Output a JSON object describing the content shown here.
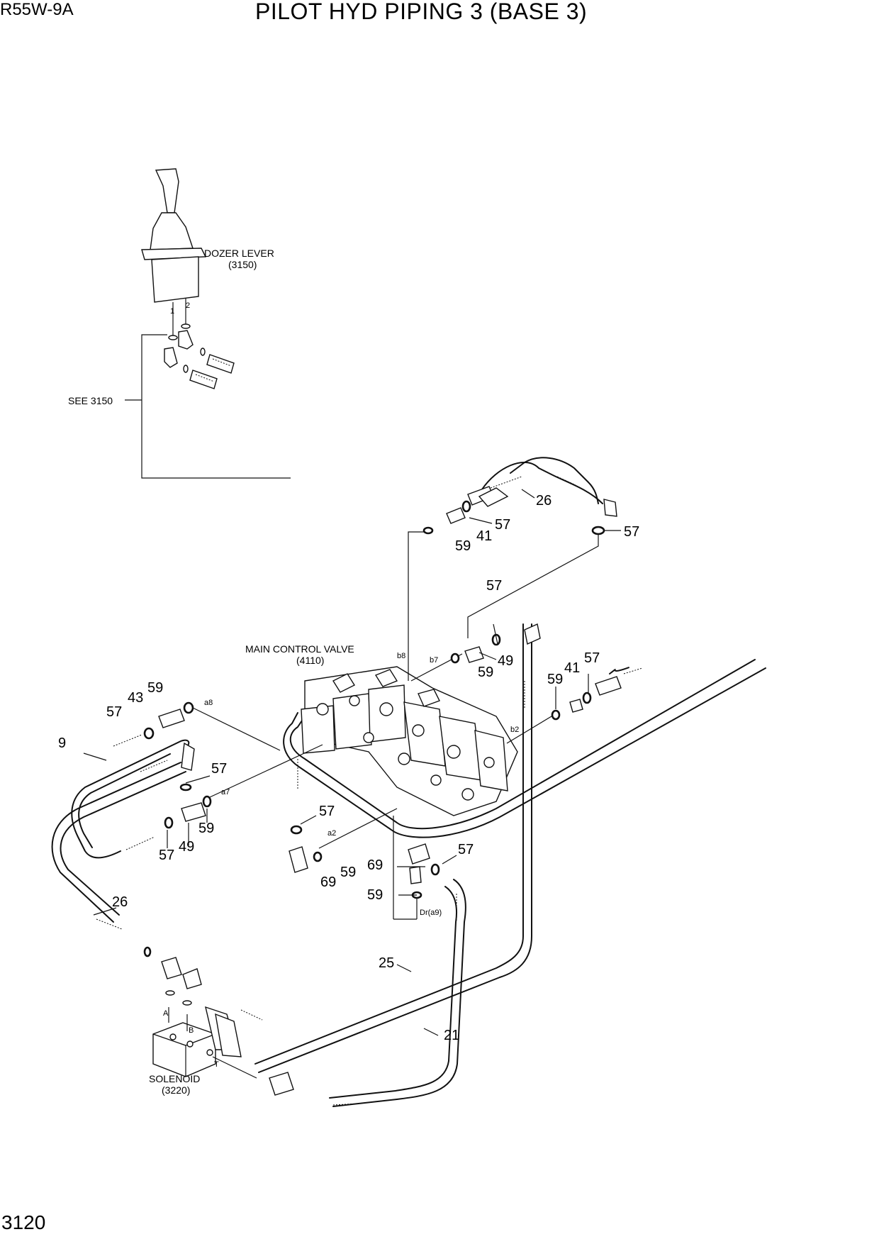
{
  "header": {
    "model": "R55W-9A",
    "title": "PILOT HYD PIPING 3 (BASE 3)",
    "page_number": "3120"
  },
  "labels": {
    "dozer_lever": "DOZER LEVER",
    "dozer_lever_ref": "(3150)",
    "see_ref": "SEE 3150",
    "main_control_valve": "MAIN CONTROL VALVE",
    "main_control_valve_ref": "(4110)",
    "solenoid": "SOLENOID",
    "solenoid_ref": "(3220)"
  },
  "port_labels": {
    "p1": "1",
    "p2": "2",
    "a8": "a8",
    "a7": "a7",
    "a2": "a2",
    "b8": "b8",
    "b7": "b7",
    "b2": "b2",
    "dr": "Dr(a9)",
    "sA": "A",
    "sB": "B",
    "sT": "T"
  },
  "callouts": {
    "c26_top": "26",
    "c57_a": "57",
    "c41_a": "41",
    "c59_a": "59",
    "c57_b": "57",
    "c57_c": "57",
    "c49_a": "49",
    "c59_b": "59",
    "c59_c": "59",
    "c41_b": "41",
    "c57_d": "57",
    "c59_d": "59",
    "c43": "43",
    "c57_e": "57",
    "c9": "9",
    "c57_f": "57",
    "c59_e": "59",
    "c49_b": "49",
    "c57_g": "57",
    "c57_h": "57",
    "c69_a": "69",
    "c59_f": "59",
    "c69_b": "69",
    "c57_i": "57",
    "c59_g": "59",
    "c26_bot": "26",
    "c25": "25",
    "c21": "21"
  }
}
